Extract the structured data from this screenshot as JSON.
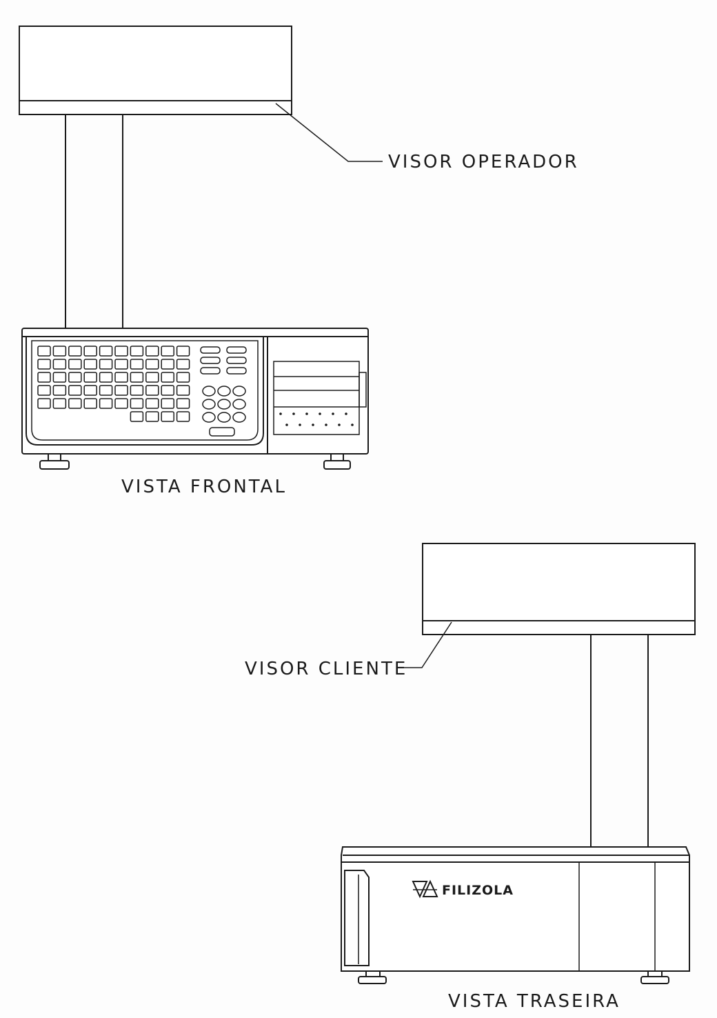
{
  "labels": {
    "visor_operador": "VISOR OPERADOR",
    "vista_frontal": "VISTA FRONTAL",
    "visor_cliente": "VISOR CLIENTE",
    "vista_traseira": "VISTA TRASEIRA"
  },
  "brand": {
    "name": "FILIZOLA",
    "logo_icon": "filizola-logo-icon"
  },
  "colors": {
    "line": "#1a1a1a",
    "background": "#fdfdfd"
  }
}
